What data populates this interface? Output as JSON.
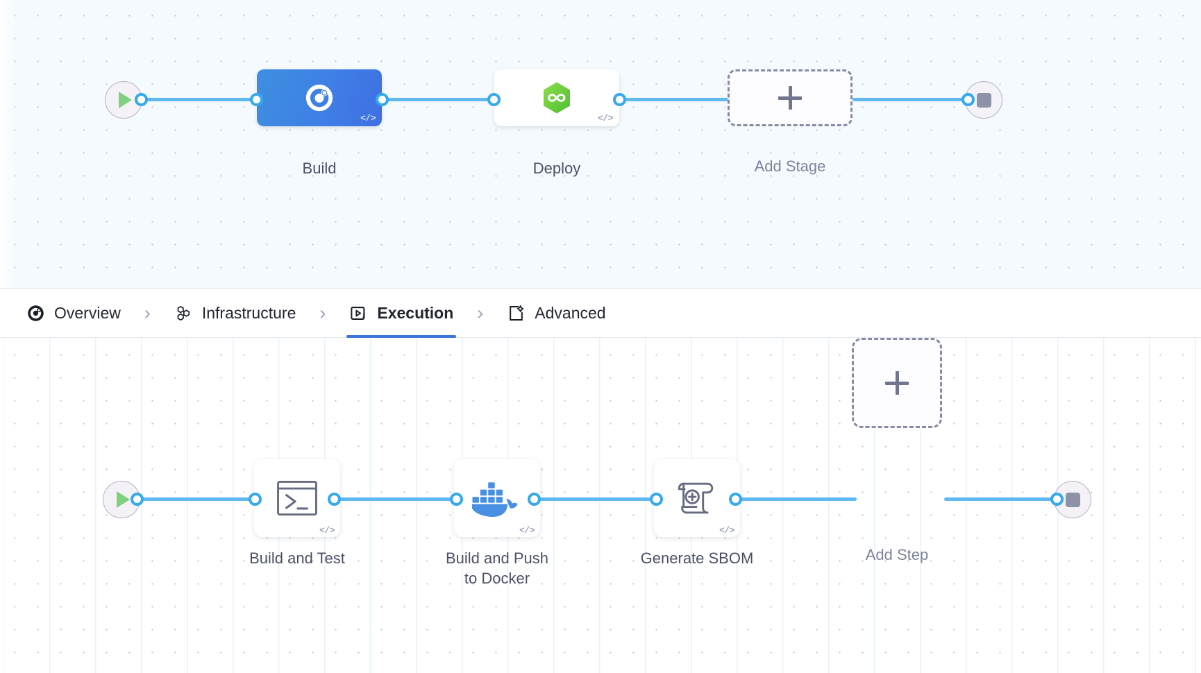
{
  "theme": {
    "accent_blue": "#3b76d8",
    "pipe_blue": "#5fb8f0",
    "port_blue": "#36a9ec",
    "selected_stage_gradient_from": "#3d8fe0",
    "selected_stage_gradient_to": "#3f6fe2",
    "docker_blue": "#4a90e2",
    "cd_green": "#6fcf3f",
    "play_green": "#7fd07f",
    "stop_gray": "#8e92a8",
    "stage_canvas_bg": "#f4fafd",
    "step_canvas_bg": "#ffffff",
    "label_text": "#4b5068",
    "placeholder_text": "#7e8399"
  },
  "stage_graph": {
    "start_node": {
      "name": "pipeline-start",
      "icon": "play-icon"
    },
    "end_node": {
      "name": "pipeline-end",
      "icon": "stop-icon"
    },
    "stages": [
      {
        "label": "Build",
        "icon": "harness-ci-icon",
        "selected": true,
        "code_badge": "</>"
      },
      {
        "label": "Deploy",
        "icon": "harness-cd-hexagon-icon",
        "selected": false,
        "code_badge": "</>"
      }
    ],
    "add_stage": {
      "label": "Add Stage",
      "icon": "plus-icon"
    }
  },
  "tabs": {
    "items": [
      {
        "label": "Overview",
        "icon": "overview-circle-icon",
        "active": false
      },
      {
        "label": "Infrastructure",
        "icon": "hexagon-cluster-icon",
        "active": false
      },
      {
        "label": "Execution",
        "icon": "execution-play-box-icon",
        "active": true
      },
      {
        "label": "Advanced",
        "icon": "advanced-gear-box-icon",
        "active": false
      }
    ],
    "separator": "›"
  },
  "step_graph": {
    "start_node": {
      "name": "execution-start",
      "icon": "play-icon"
    },
    "end_node": {
      "name": "execution-end",
      "icon": "stop-icon"
    },
    "steps": [
      {
        "label": "Build and Test",
        "icon": "terminal-icon",
        "code_badge": "</>"
      },
      {
        "label": "Build and Push\nto Docker",
        "icon": "docker-whale-icon",
        "code_badge": "</>"
      },
      {
        "label": "Generate SBOM",
        "icon": "sbom-scroll-icon",
        "code_badge": "</>"
      }
    ],
    "add_step": {
      "label": "Add Step",
      "icon": "plus-icon"
    }
  }
}
